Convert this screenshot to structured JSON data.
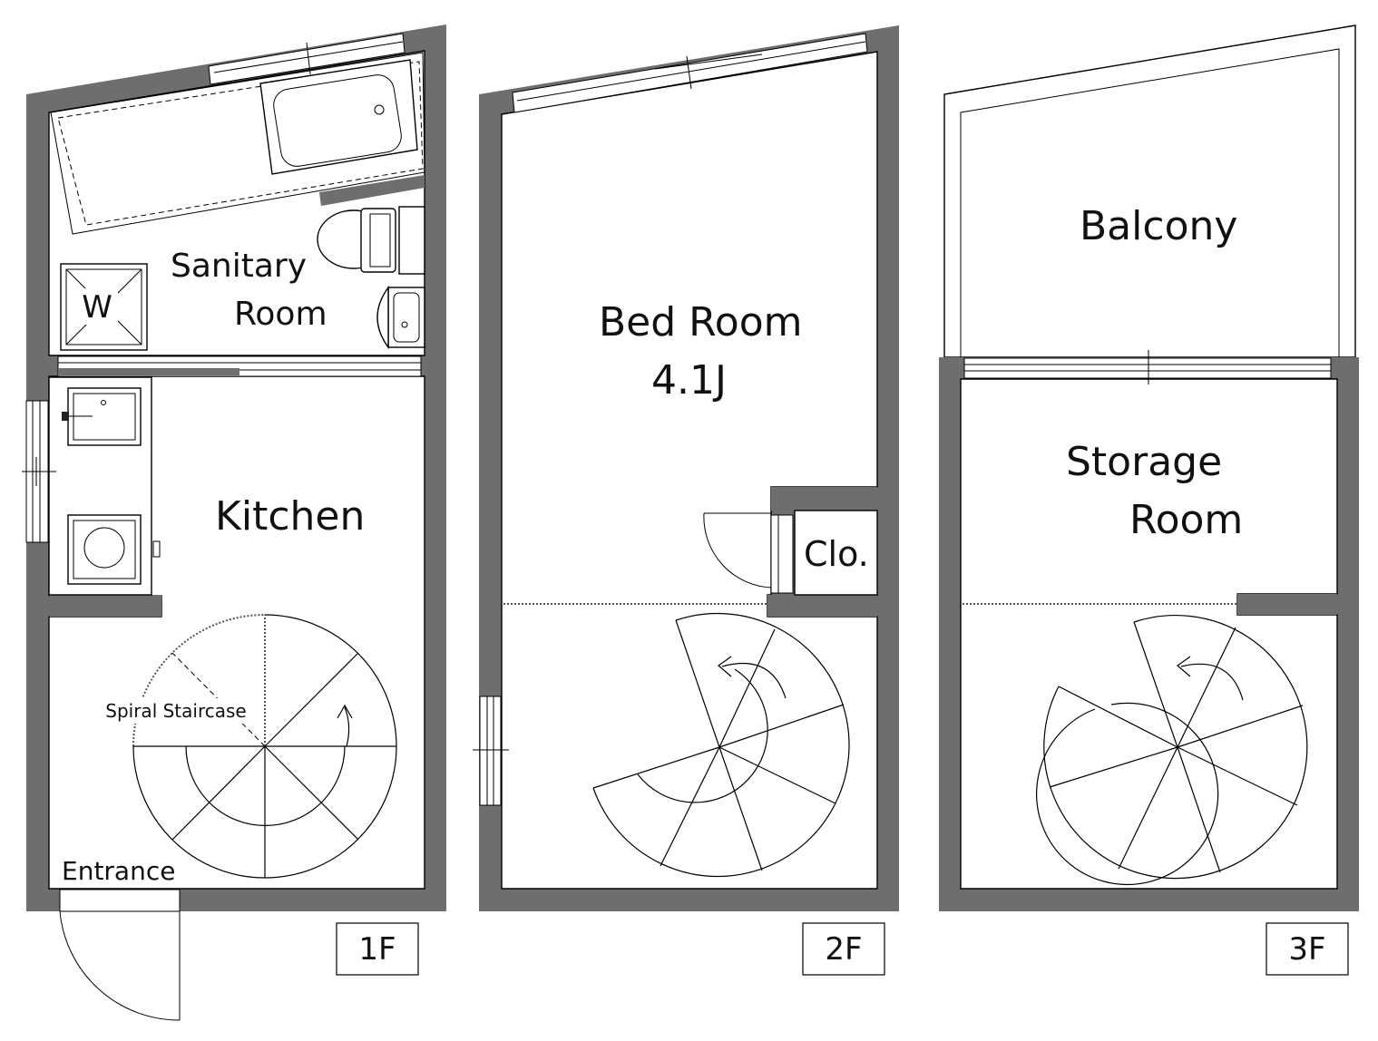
{
  "floors": [
    {
      "level": "1F",
      "rooms": [
        {
          "key": "sanitary",
          "lines": [
            "Sanitary",
            "Room"
          ]
        },
        {
          "key": "kitchen",
          "lines": [
            "Kitchen"
          ]
        }
      ],
      "fixtures": {
        "washer": "W",
        "stair": "Spiral Staircase",
        "entrance": "Entrance"
      }
    },
    {
      "level": "2F",
      "rooms": [
        {
          "key": "bed",
          "lines": [
            "Bed Room",
            "4.1J"
          ]
        },
        {
          "key": "closet",
          "lines": [
            "Clo."
          ]
        }
      ]
    },
    {
      "level": "3F",
      "rooms": [
        {
          "key": "balcony",
          "lines": [
            "Balcony"
          ]
        },
        {
          "key": "storage",
          "lines": [
            "Storage",
            "Room"
          ]
        }
      ]
    }
  ]
}
